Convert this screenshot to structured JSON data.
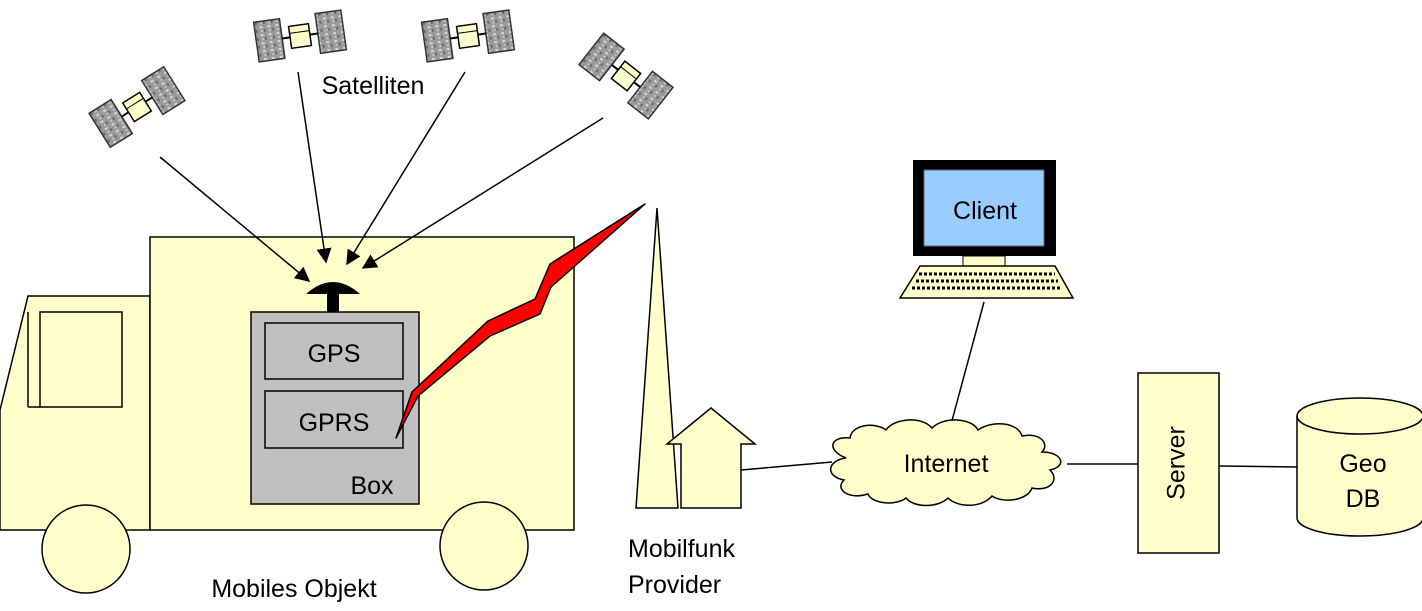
{
  "diagram": {
    "labels": {
      "satellites": "Satelliten",
      "gps": "GPS",
      "gprs": "GPRS",
      "box": "Box",
      "vehicle": "Mobiles Objekt",
      "provider_line1": "Mobilfunk",
      "provider_line2": "Provider",
      "client": "Client",
      "internet": "Internet",
      "server": "Server",
      "db_line1": "Geo",
      "db_line2": "DB"
    },
    "colors": {
      "truck_fill": "#ffffcc",
      "box_fill": "#c0c0c0",
      "screen_fill": "#99ccff",
      "bolt_fill": "#ff0000",
      "stroke": "#000000"
    },
    "icons": [
      "satellite-icon",
      "antenna-icon",
      "lightning-bolt-icon",
      "radio-tower-icon",
      "house-icon",
      "monitor-icon",
      "keyboard-icon",
      "cloud-icon",
      "server-icon",
      "database-icon"
    ]
  }
}
